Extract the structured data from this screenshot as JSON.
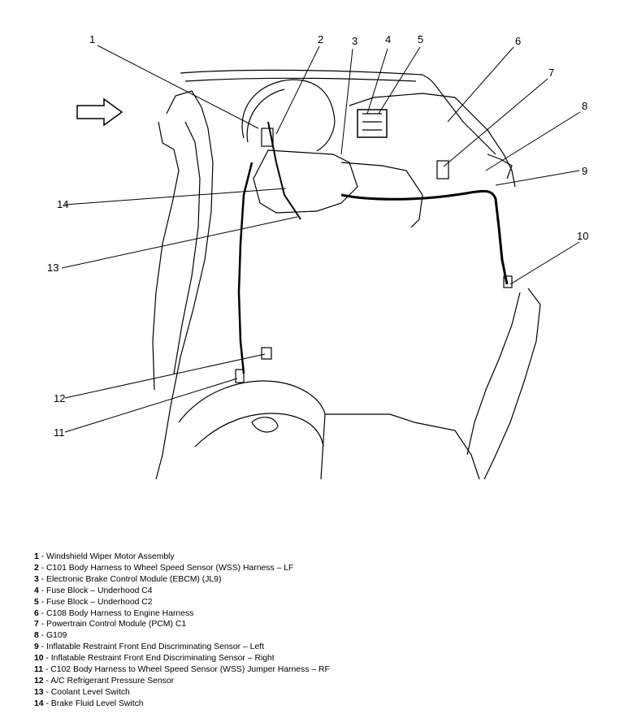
{
  "callouts": [
    {
      "id": 1,
      "label": "1"
    },
    {
      "id": 2,
      "label": "2"
    },
    {
      "id": 3,
      "label": "3"
    },
    {
      "id": 4,
      "label": "4"
    },
    {
      "id": 5,
      "label": "5"
    },
    {
      "id": 6,
      "label": "6"
    },
    {
      "id": 7,
      "label": "7"
    },
    {
      "id": 8,
      "label": "8"
    },
    {
      "id": 9,
      "label": "9"
    },
    {
      "id": 10,
      "label": "10"
    },
    {
      "id": 11,
      "label": "11"
    },
    {
      "id": 12,
      "label": "12"
    },
    {
      "id": 13,
      "label": "13"
    },
    {
      "id": 14,
      "label": "14"
    }
  ],
  "legend": [
    {
      "num": "1",
      "text": "Windshield Wiper Motor Assembly"
    },
    {
      "num": "2",
      "text": "C101 Body Harness to Wheel Speed Sensor (WSS) Harness – LF"
    },
    {
      "num": "3",
      "text": "Electronic Brake Control Module (EBCM) (JL9)"
    },
    {
      "num": "4",
      "text": "Fuse Block – Underhood C4"
    },
    {
      "num": "5",
      "text": "Fuse Block – Underhood C2"
    },
    {
      "num": "6",
      "text": "C108 Body Harness to Engine Harness"
    },
    {
      "num": "7",
      "text": "Powertrain Control Module (PCM) C1"
    },
    {
      "num": "8",
      "text": "G109"
    },
    {
      "num": "9",
      "text": "Inflatable Restraint Front End Discriminating Sensor – Left"
    },
    {
      "num": "10",
      "text": "Inflatable Restraint Front End Discriminating Sensor – Right"
    },
    {
      "num": "11",
      "text": "C102 Body Harness to Wheel Speed Sensor (WSS) Jumper Harness – RF"
    },
    {
      "num": "12",
      "text": "A/C Refrigerant Pressure Sensor"
    },
    {
      "num": "13",
      "text": "Coolant Level Switch"
    },
    {
      "num": "14",
      "text": "Brake Fluid Level Switch"
    }
  ]
}
